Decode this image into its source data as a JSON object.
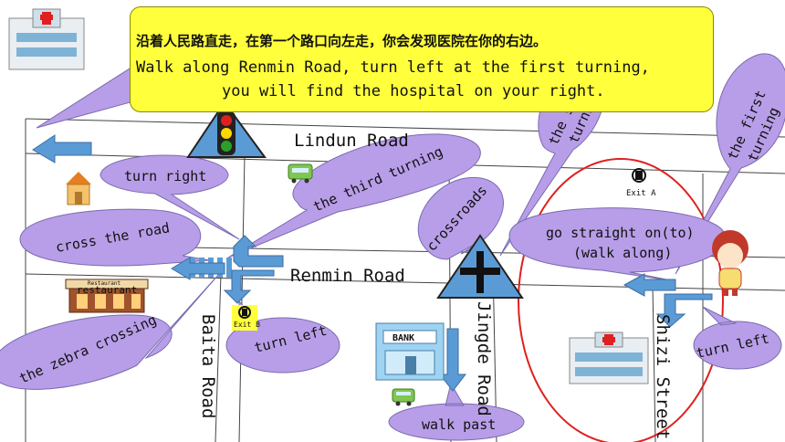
{
  "instruction": {
    "chinese": "沿着人民路直走，在第一个路口向左走，你会发现医院在你的右边。",
    "english_line1": "Walk along Renmin  Road, turn left at the first turning,",
    "english_line2": "you will find the hospital on your right."
  },
  "roads": {
    "lindun": "Lindun Road",
    "renmin": "Renmin Road",
    "baita": "Baita Road",
    "jingde": "Jingde Road",
    "shizi": "Shizi  Street"
  },
  "places": {
    "restaurant": "restaurant",
    "restaurant_sign": "Restaurant",
    "bank": "BANK",
    "exit_a": "Exit A",
    "exit_b": "Exit B"
  },
  "bubbles": {
    "turn_right": "turn right",
    "third_turning": "the third turning",
    "cross_road": "cross the road",
    "zebra": "the zebra crossing",
    "turn_left_1": "turn left",
    "crossroads": "crossroads",
    "second_turning_1": "the s",
    "second_turning_2": "turni",
    "first_turning_1": "the first",
    "first_turning_2": "turning",
    "go_straight_1": "go straight on(to)",
    "go_straight_2": "(walk along)",
    "turn_left_2": "turn left",
    "walk_past": "walk past"
  },
  "colors": {
    "bubble": "#b89ee8",
    "banner": "#ffff3c",
    "arrow": "#5b9bd5",
    "crossroads_sign": "#5b9bd5",
    "route_oval": "#e02020"
  }
}
